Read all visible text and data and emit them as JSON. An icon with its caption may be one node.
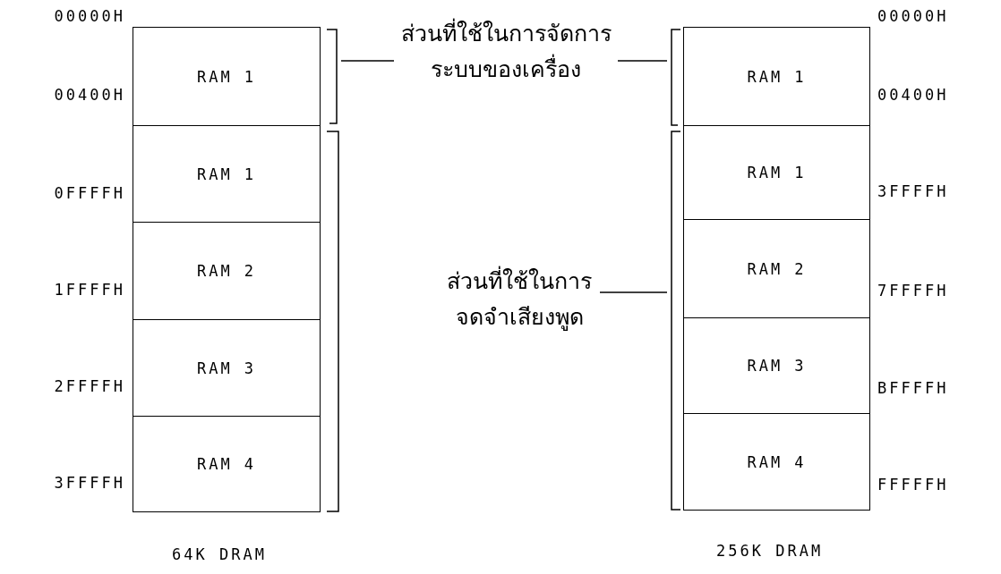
{
  "diagram": {
    "nodes": [
      {
        "text": [
          "RAM 1"
        ]
      },
      {
        "text": [
          "RAM 1"
        ]
      },
      {
        "text": [
          "RAM 2"
        ]
      },
      {
        "text": [
          "RAM 3"
        ]
      },
      {
        "text": [
          "RAM 4"
        ]
      },
      {
        "text": [
          "RAM 1"
        ]
      },
      {
        "text": [
          "RAM 1"
        ]
      },
      {
        "text": [
          "RAM 2"
        ]
      },
      {
        "text": [
          "RAM 3"
        ]
      },
      {
        "text": [
          "RAM 4"
        ]
      },
      {
        "text": [
          "ส่วนที่ใช้ในการจัดการ ระบบของเครื่อง"
        ]
      },
      {
        "text": [
          "ส่วนที่ใช้ในการ จดจำเสียงพูด"
        ]
      }
    ],
    "edges": [
      {
        "from": 10,
        "to": null,
        "arrow": "none"
      },
      {
        "from": 10,
        "to": null,
        "arrow": "none"
      },
      {
        "from": 11,
        "to": null,
        "arrow": "none"
      }
    ],
    "labels": [
      "00000H",
      "00400H",
      "0FFFFH",
      "1FFFFH",
      "2FFFFH",
      "3FFFFH",
      "00000H",
      "00400H",
      "3FFFFH",
      "7FFFFH",
      "BFFFFH",
      "FFFFFH",
      "64K DRAM",
      "256K DRAM"
    ]
  }
}
